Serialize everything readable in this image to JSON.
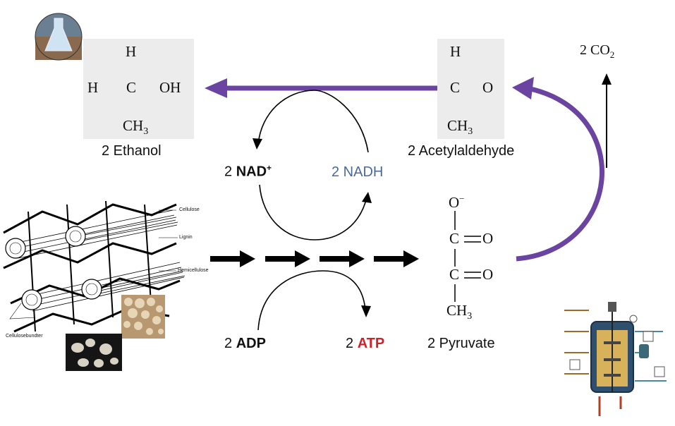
{
  "ethanol": {
    "h_top": "H",
    "h_left": "H",
    "bond_dash": "—",
    "c": "C",
    "oh": "OH",
    "ch": "CH",
    "sub3": "3",
    "label": "2 Ethanol"
  },
  "acetaldehyde": {
    "h_top": "H",
    "c": "C",
    "o": "O",
    "ch": "CH",
    "sub3": "3",
    "label": "2 Acetylaldehyde"
  },
  "pyruvate": {
    "o_minus": "O",
    "minus": "−",
    "c1": "C",
    "o1": "O",
    "c2": "C",
    "o2": "O",
    "ch": "CH",
    "sub3": "3",
    "label": "2 Pyruvate"
  },
  "co2": {
    "prefix": "2 CO",
    "sub2": "2"
  },
  "nad": {
    "coef": "2 ",
    "name": "NAD",
    "sup": "+"
  },
  "nadh": {
    "text": "2 NADH"
  },
  "adp": {
    "coef": "2 ",
    "name": "ADP"
  },
  "atp": {
    "coef": "2 ",
    "name": "ATP"
  },
  "biomass": {
    "cellulose": "Cellulose",
    "lignin": "Lignin",
    "hemicellulose": "Hemicellulose",
    "bundle": "Cellulosebundter"
  },
  "colors": {
    "purple": "#6a44a0",
    "nadh_blue": "#4a6a9a",
    "atp_red": "#d0202a",
    "box_gray": "#ececec"
  },
  "icons": [
    "flask-photo-icon",
    "cellulose-fibre-illustration",
    "yeast-photo",
    "bioreactor-illustration"
  ]
}
